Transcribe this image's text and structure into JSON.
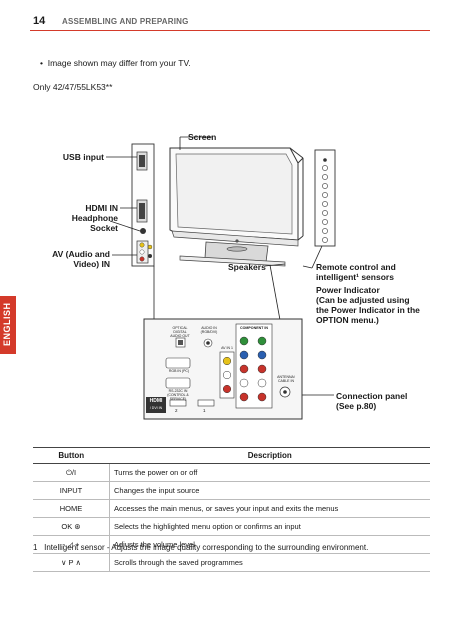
{
  "header": {
    "page_number": "14",
    "section": "ASSEMBLING AND PREPARING"
  },
  "note": "Image shown may differ from your TV.",
  "model_note": "Only 42/47/55LK53**",
  "side_tab": "ENGLISH",
  "diagram": {
    "screen": "Screen",
    "usb_input": "USB input",
    "hdmi_in": "HDMI IN",
    "headphone_1": "Headphone",
    "headphone_2": "Socket",
    "av_in_1": "AV (Audio and",
    "av_in_2": "Video) IN",
    "speakers": "Speakers",
    "remote_1": "Remote control and",
    "remote_2": "intelligent¹ sensors",
    "power_1": "Power Indicator",
    "power_2": "(Can be adjusted using",
    "power_3": "the Power Indicator in the",
    "power_4": "OPTION menu.)",
    "connection_1": "Connection panel",
    "connection_2": "(See p.80)"
  },
  "panel": {
    "optical": "OPTICAL DIGITAL AUDIO OUT",
    "audio_in": "AUDIO IN (RGB/DVI)",
    "rgb_in": "RGB IN (PC)",
    "rs232": "RS-232C IN (CONTROL & SERVICE)",
    "av_in1": "AV IN 1",
    "component": "COMPONENT IN",
    "antenna": "ANTENNA/ CABLE IN",
    "hdmi": "HDMI",
    "hdmi_sub": "/ DVI IN",
    "hdmi_port2": "2",
    "hdmi_port1": "1"
  },
  "table": {
    "header_button": "Button",
    "header_description": "Description",
    "rows": [
      {
        "button": "⏻/I",
        "description": "Turns the power on or off"
      },
      {
        "button": "INPUT",
        "description": "Changes the input source"
      },
      {
        "button": "HOME",
        "description": "Accesses the main menus, or saves your input and exits the menus"
      },
      {
        "button": "OK ⊛",
        "description": "Selects the highlighted menu option or confirms an input"
      },
      {
        "button": "- ◿ +",
        "description": "Adjusts the volume level"
      },
      {
        "button": "∨ P ∧",
        "description": "Scrolls through the saved programmes"
      }
    ]
  },
  "footnote_number": "1",
  "footnote_text": "Intelligent sensor - Adjusts the image quality corresponding to the surrounding environment.",
  "colors": {
    "accent": "#d43a2a",
    "component_green": "#2f8f3a",
    "component_blue": "#2a5fb0",
    "component_red": "#c7332b",
    "av_yellow": "#e6c21a"
  }
}
